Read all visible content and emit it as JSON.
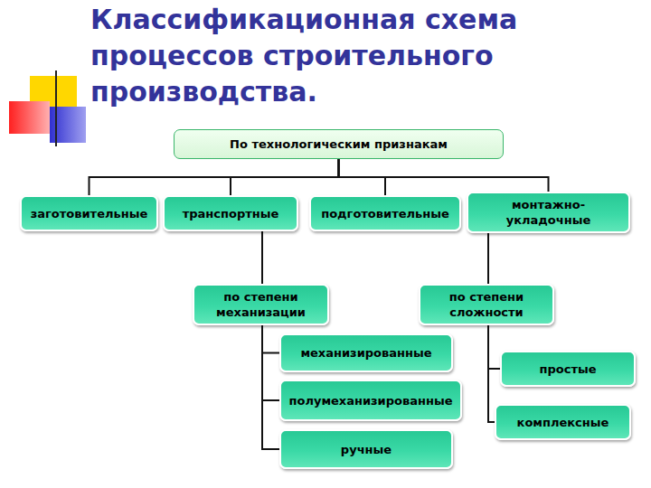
{
  "diagram": {
    "title": "Классификационная схема процессов строительного производства.",
    "nodes": [
      {
        "text": [
          "По технологическим признакам"
        ]
      },
      {
        "text": [
          "заготовительные"
        ]
      },
      {
        "text": [
          "транспортные"
        ]
      },
      {
        "text": [
          "подготовительные"
        ]
      },
      {
        "text": [
          "монтажно-укладочные"
        ]
      },
      {
        "text": [
          "по степени механизации"
        ]
      },
      {
        "text": [
          "по степени сложности"
        ]
      },
      {
        "text": [
          "механизированные"
        ]
      },
      {
        "text": [
          "полумеханизированные"
        ]
      },
      {
        "text": [
          "ручные"
        ]
      },
      {
        "text": [
          "простые"
        ]
      },
      {
        "text": [
          "комплексные"
        ]
      }
    ],
    "edges": [
      {
        "from": 0,
        "to": 1,
        "arrow": "none"
      },
      {
        "from": 0,
        "to": 2,
        "arrow": "none"
      },
      {
        "from": 0,
        "to": 3,
        "arrow": "none"
      },
      {
        "from": 0,
        "to": 4,
        "arrow": "none"
      },
      {
        "from": 2,
        "to": 5,
        "arrow": "none"
      },
      {
        "from": 4,
        "to": 6,
        "arrow": "none"
      },
      {
        "from": 5,
        "to": 7,
        "arrow": "none"
      },
      {
        "from": 5,
        "to": 8,
        "arrow": "none"
      },
      {
        "from": 5,
        "to": 9,
        "arrow": "none"
      },
      {
        "from": 6,
        "to": 10,
        "arrow": "none"
      },
      {
        "from": 6,
        "to": 11,
        "arrow": "none"
      }
    ]
  }
}
